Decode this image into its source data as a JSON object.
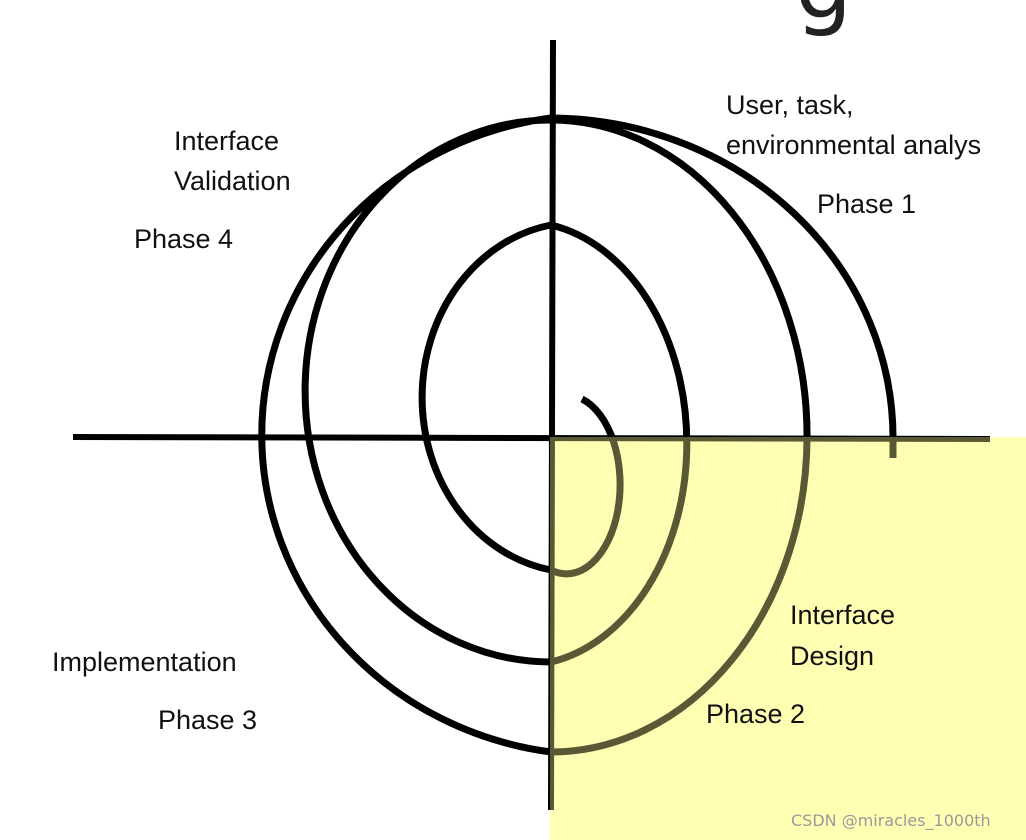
{
  "diagram": {
    "highlight_color": "#ffffc2",
    "stroke_color": "#000000",
    "phases": [
      {
        "id": "phase-1",
        "title_lines": [
          "User, task,",
          "environmental analys"
        ],
        "phase_label": "Phase 1"
      },
      {
        "id": "phase-2",
        "title_lines": [
          "Interface",
          "Design"
        ],
        "phase_label": "Phase 2"
      },
      {
        "id": "phase-3",
        "title_lines": [
          "Implementation"
        ],
        "phase_label": "Phase 3"
      },
      {
        "id": "phase-4",
        "title_lines": [
          "Interface",
          "Validation"
        ],
        "phase_label": "Phase 4"
      }
    ],
    "header_glyph": "g"
  },
  "watermark": "CSDN @miracles_1000th"
}
